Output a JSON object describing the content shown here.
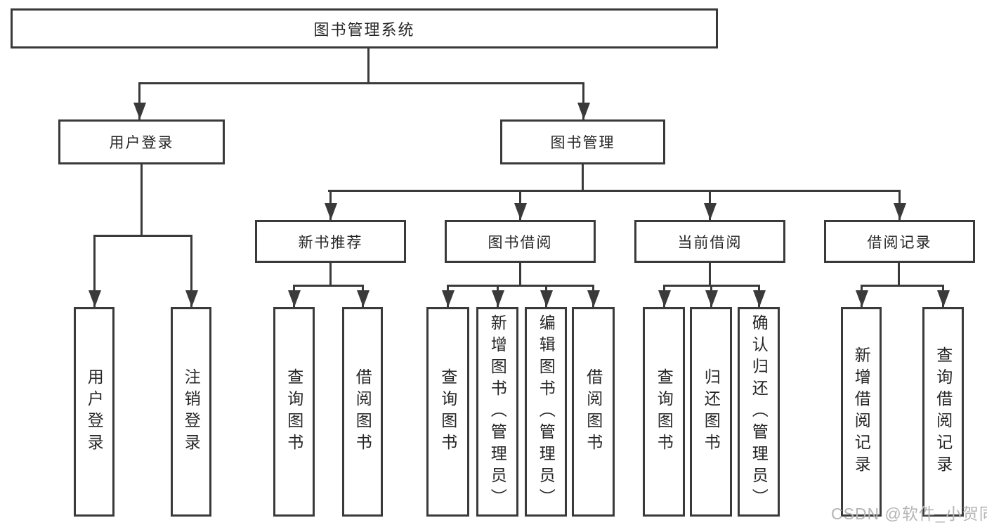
{
  "diagram_title": "图书管理系统",
  "tree": {
    "root": {
      "label": "图书管理系统"
    },
    "branches": [
      {
        "label": "用户登录",
        "leaves": [
          {
            "label": "用户登录"
          },
          {
            "label": "注销登录"
          }
        ]
      },
      {
        "label": "图书管理",
        "groups": [
          {
            "label": "新书推荐",
            "leaves": [
              {
                "label": "查询图书"
              },
              {
                "label": "借阅图书"
              }
            ]
          },
          {
            "label": "图书借阅",
            "leaves": [
              {
                "label": "查询图书"
              },
              {
                "label": "新增图书（管理员）"
              },
              {
                "label": "编辑图书（管理员）"
              },
              {
                "label": "借阅图书"
              }
            ]
          },
          {
            "label": "当前借阅",
            "leaves": [
              {
                "label": "查询图书"
              },
              {
                "label": "归还图书"
              },
              {
                "label": "确认归还（管理员）"
              }
            ]
          },
          {
            "label": "借阅记录",
            "leaves": [
              {
                "label": "新增借阅记录"
              },
              {
                "label": "查询借阅记录"
              }
            ]
          }
        ]
      }
    ]
  },
  "watermark": {
    "text": "CSDN @软件_小贺同学"
  },
  "colors": {
    "line": "#3a3a3a",
    "text": "#262626",
    "watermark": "#b5b5b5",
    "background": "#ffffff"
  }
}
